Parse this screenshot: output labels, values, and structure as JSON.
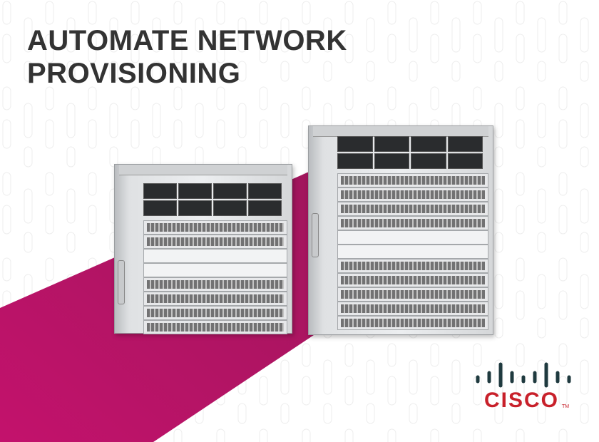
{
  "headline": {
    "line1": "AUTOMATE NETWORK",
    "line2": "PROVISIONING"
  },
  "brand": {
    "name": "CISCO",
    "trademark": "TM"
  },
  "colors": {
    "accent_magenta": "#c8106e",
    "text": "#333333",
    "cisco_red": "#c8202a",
    "cisco_bars": "#1f3a3f"
  }
}
